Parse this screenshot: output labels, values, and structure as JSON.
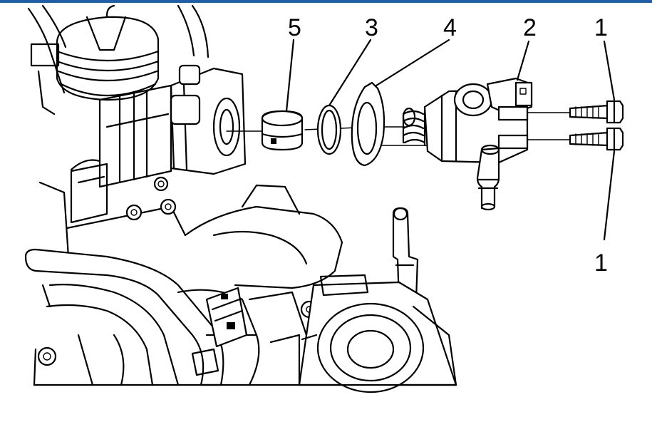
{
  "callouts": [
    {
      "id": "bolt-upper",
      "label": "1"
    },
    {
      "id": "bolt-lower",
      "label": "1"
    },
    {
      "id": "fuel-pump",
      "label": "2"
    },
    {
      "id": "o-ring",
      "label": "3"
    },
    {
      "id": "gasket",
      "label": "4"
    },
    {
      "id": "follower",
      "label": "5"
    }
  ],
  "colors": {
    "line": "#000000",
    "background": "#ffffff",
    "frame_top": "#1f5fa8"
  }
}
